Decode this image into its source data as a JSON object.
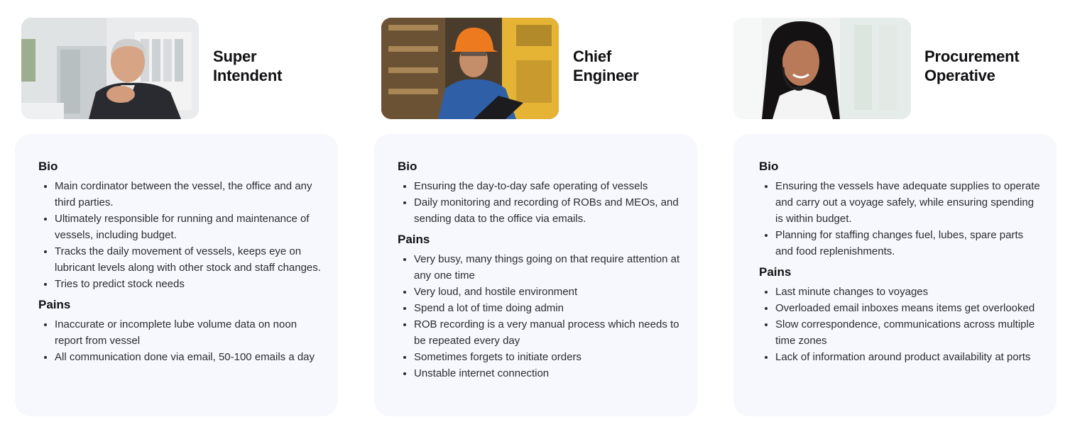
{
  "personas": [
    {
      "title_line1": "Super",
      "title_line2": "Intendent",
      "bio_heading": "Bio",
      "bio": [
        "Main cordinator between the vessel, the office and any third parties.",
        "Ultimately responsible for running and maintenance of vessels, including budget.",
        "Tracks the daily movement of vessels, keeps eye on lubricant levels along with other stock and staff changes.",
        "Tries to predict stock needs"
      ],
      "pains_heading": "Pains",
      "pains": [
        "Inaccurate or incomplete lube volume data on noon report from vessel",
        "All communication done via email, 50-100 emails a day"
      ]
    },
    {
      "title_line1": "Chief",
      "title_line2": "Engineer",
      "bio_heading": "Bio",
      "bio": [
        "Ensuring the day-to-day safe operating of vessels",
        "Daily monitoring and recording of ROBs and MEOs, and sending data to the office via emails."
      ],
      "pains_heading": "Pains",
      "pains": [
        "Very busy, many things going on that require attention at any one time",
        "Very loud, and hostile environment",
        "Spend a lot of time doing admin",
        "ROB recording is a very manual process which needs to be repeated every day",
        "Sometimes forgets to initiate orders",
        "Unstable internet connection"
      ]
    },
    {
      "title_line1": "Procurement",
      "title_line2": "Operative",
      "bio_heading": "Bio",
      "bio": [
        "Ensuring the vessels have adequate supplies to operate and carry out a voyage safely, while ensuring spending is within budget.",
        "Planning for staffing changes fuel, lubes, spare parts and food replenishments."
      ],
      "pains_heading": "Pains",
      "pains": [
        "Last minute changes to voyages",
        "Overloaded email inboxes means items get overlooked",
        "Slow correspondence, communications across multiple time zones",
        "Lack of information around product availability at ports"
      ]
    }
  ],
  "colors": {
    "card_background": "#f7f8fd",
    "heading_text": "#111114",
    "body_text": "#2b2b30"
  }
}
